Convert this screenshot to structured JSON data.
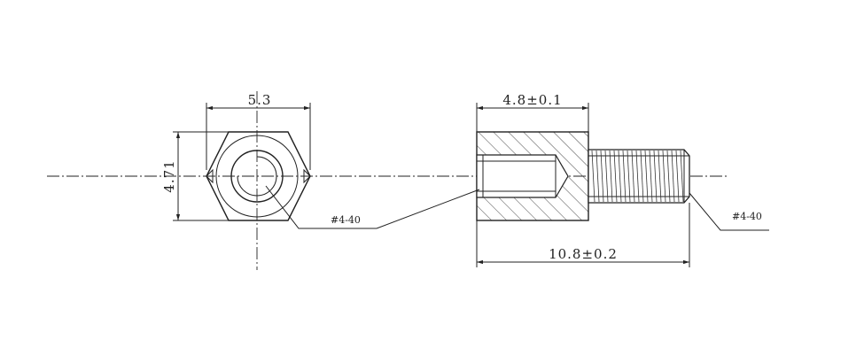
{
  "dimensions": {
    "hex_width": "5.3",
    "hex_height": "4.71",
    "body_length": "4.8±0.1",
    "total_length": "10.8±0.2"
  },
  "callouts": {
    "hex_thread": "#4-40",
    "stud_thread": "#4-40"
  },
  "colors": {
    "line": "#222222",
    "background": "#ffffff"
  }
}
